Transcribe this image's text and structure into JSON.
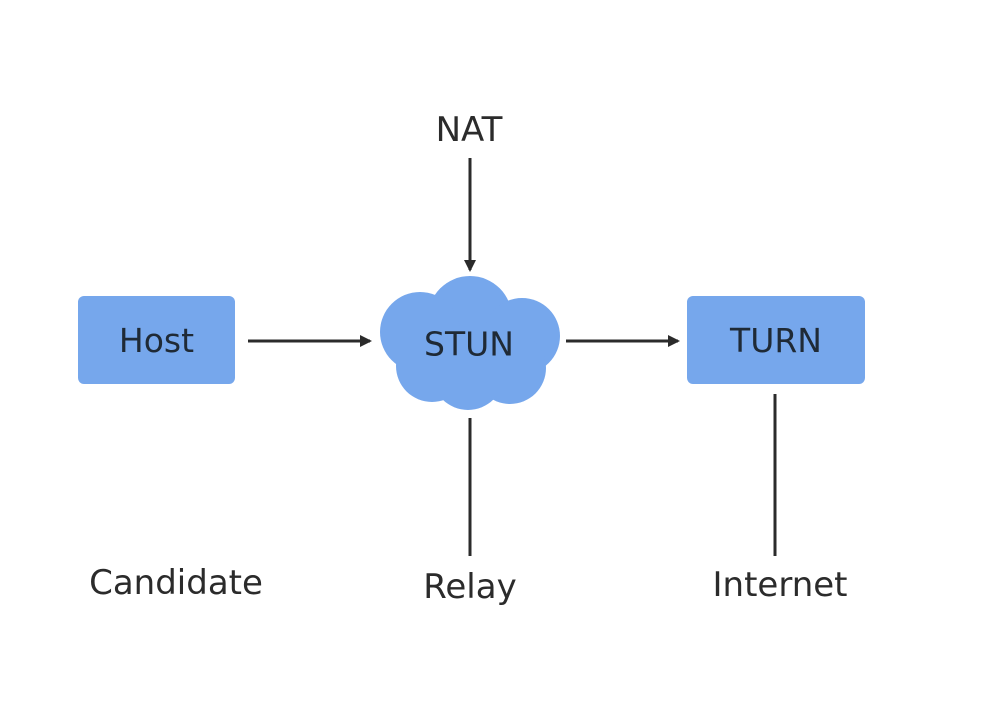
{
  "colors": {
    "node_fill": "#76a7ec",
    "line": "#2b2b2b",
    "text": "#2b2b2b"
  },
  "nodes": {
    "host": "Host",
    "stun": "STUN",
    "turn": "TURN"
  },
  "labels": {
    "nat": "NAT",
    "candidate": "Candidate",
    "relay": "Relay",
    "internet": "Internet"
  }
}
